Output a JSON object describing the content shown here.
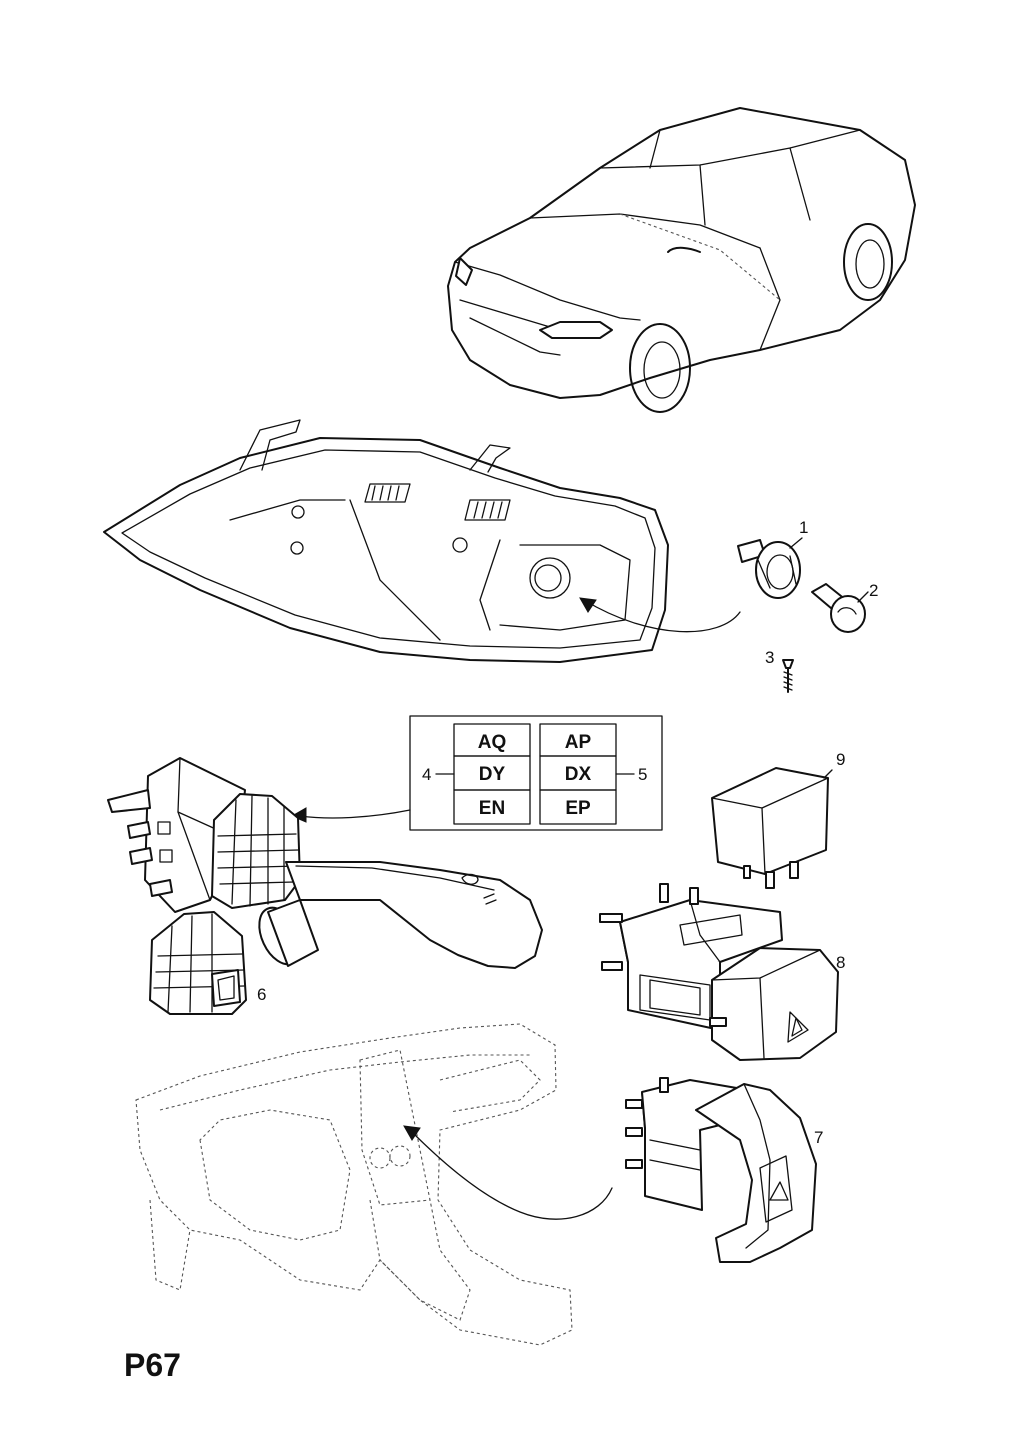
{
  "page_id": "P67",
  "callouts": {
    "c1": "1",
    "c2": "2",
    "c3": "3",
    "c4": "4",
    "c5": "5",
    "c6": "6",
    "c7": "7",
    "c8": "8",
    "c9": "9"
  },
  "code_table": {
    "left": [
      "AQ",
      "DY",
      "EN"
    ],
    "right": [
      "AP",
      "DX",
      "EP"
    ]
  },
  "colors": {
    "line": "#111111",
    "background": "#ffffff"
  },
  "icons": [
    "car-icon",
    "headlamp-icon",
    "bulb-holder-icon",
    "bulb-icon",
    "screw-icon",
    "indicator-switch-icon",
    "rubber-boot-icon",
    "dashboard-icon",
    "hazard-switch-icon",
    "relay-icon"
  ]
}
